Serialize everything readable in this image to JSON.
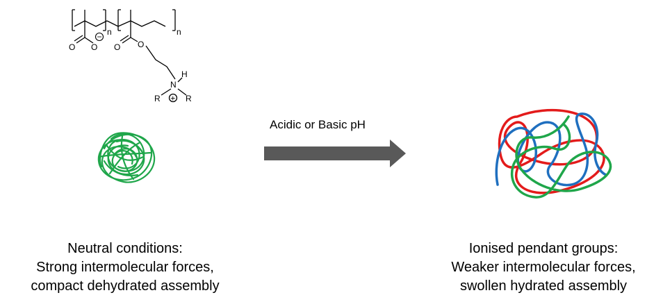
{
  "structure": {
    "subscript_1": "n",
    "subscript_2": "n",
    "carbonyl_o_1": "O",
    "anion_o": "O",
    "minus_sign": "−",
    "carbonyl_o_2": "O",
    "ester_o": "O",
    "nitrogen": "N",
    "hydrogen": "H",
    "r_left": "R",
    "r_right": "R",
    "plus_sign": "+"
  },
  "arrow": {
    "label": "Acidic or Basic pH"
  },
  "left_panel": {
    "caption_lines": [
      "Neutral conditions:",
      "Strong intermolecular forces,",
      "compact dehydrated assembly"
    ],
    "coil_color": "#1fa64a"
  },
  "right_panel": {
    "caption_lines": [
      "Ionised pendant groups:",
      "Weaker intermolecular forces,",
      "swollen hydrated assembly"
    ],
    "coil_colors": [
      "#e31b1b",
      "#1f6fbf",
      "#1fa64a"
    ]
  },
  "colors": {
    "arrow": "#595959"
  }
}
